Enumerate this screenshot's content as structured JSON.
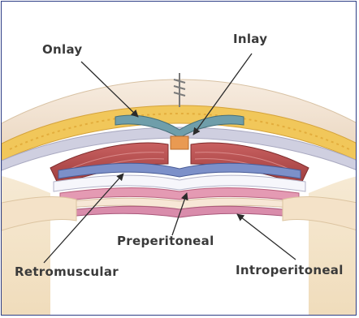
{
  "figure": {
    "labels": {
      "onlay": "Onlay",
      "inlay": "Inlay",
      "preperitoneal": "Preperitoneal",
      "retromuscular": "Retromuscular",
      "intraperitoneal": "Introperitoneal"
    }
  },
  "colors": {
    "frame": "#2e3e86",
    "skin": "#f2dfc7",
    "fat": "#f1c75a",
    "fascia": "#c9c9d9",
    "muscle": "#b94e4e",
    "mesh_onlay": "#6f9eaa",
    "mesh_inlay": "#e99a52",
    "mesh_retromuscular": "#7c90c9",
    "peritoneum": "#e08aa6",
    "cavity": "#f3e4c8",
    "text": "#3a3a3a",
    "arrow": "#2b2b2b"
  }
}
